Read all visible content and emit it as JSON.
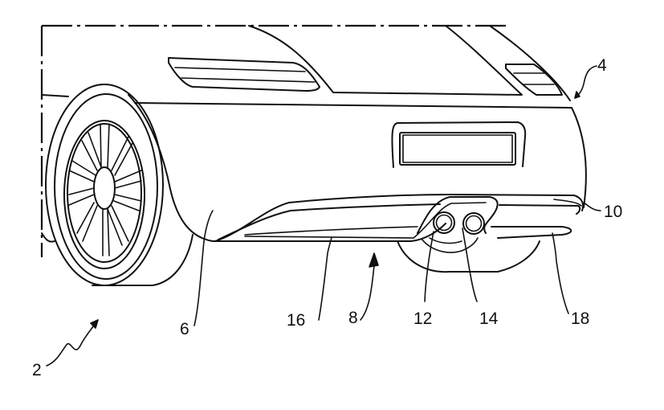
{
  "figure": {
    "type": "patent-drawing",
    "subject": "rear view of vehicle with rear apron and exhaust tailpipes",
    "line_color": "#111111",
    "background": "#ffffff"
  },
  "reference_numerals": [
    {
      "id": "2",
      "label": "2",
      "points_to": "vehicle"
    },
    {
      "id": "4",
      "label": "4",
      "points_to": "rear body"
    },
    {
      "id": "6",
      "label": "6",
      "points_to": "rear apron side"
    },
    {
      "id": "8",
      "label": "8",
      "points_to": "diffuser area"
    },
    {
      "id": "10",
      "label": "10",
      "points_to": "rear apron edge"
    },
    {
      "id": "12",
      "label": "12",
      "points_to": "tailpipe left"
    },
    {
      "id": "14",
      "label": "14",
      "points_to": "tailpipe right"
    },
    {
      "id": "16",
      "label": "16",
      "points_to": "left diffuser fin"
    },
    {
      "id": "18",
      "label": "18",
      "points_to": "right diffuser fin"
    }
  ]
}
